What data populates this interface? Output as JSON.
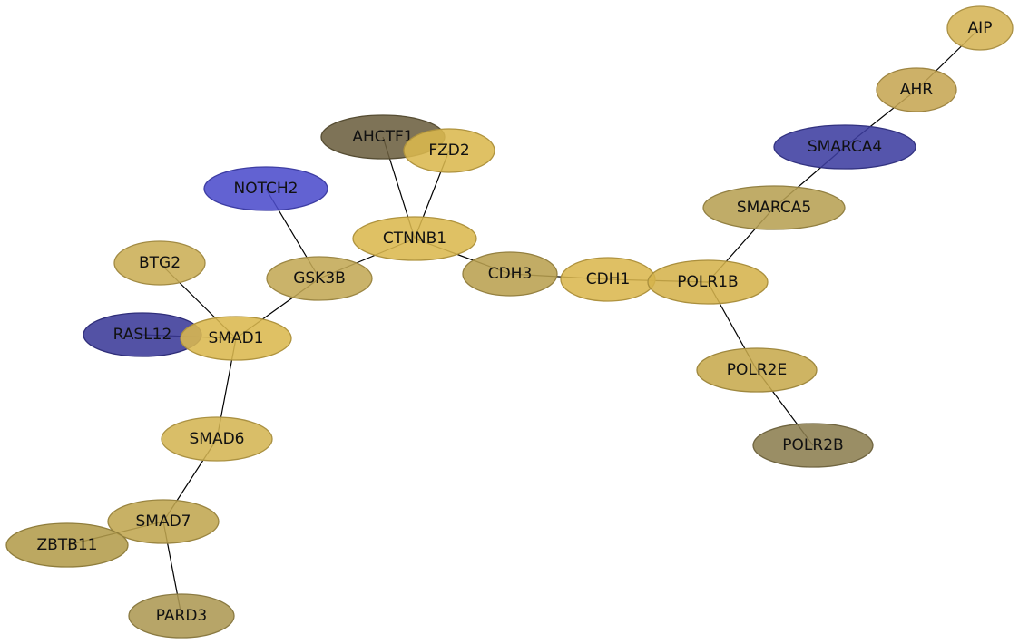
{
  "network": {
    "colors": {
      "gold": "#d9b445",
      "olive_gold": "#c1a450",
      "tan": "#b5a050",
      "dark_olive": "#6b5f3e",
      "brown_olive": "#8c7d4a",
      "blue": "#4b4bcc",
      "navy": "#3b3a98",
      "edge": "#000000"
    },
    "nodes": [
      {
        "id": "AIP",
        "label": "AIP",
        "color": "#d5b455"
      },
      {
        "id": "AHR",
        "label": "AHR",
        "color": "#c6a653"
      },
      {
        "id": "SMARCA4",
        "label": "SMARCA4",
        "color": "#3e3ea0"
      },
      {
        "id": "SMARCA5",
        "label": "SMARCA5",
        "color": "#b7a053"
      },
      {
        "id": "POLR1B",
        "label": "POLR1B",
        "color": "#d5b34c"
      },
      {
        "id": "CDH1",
        "label": "CDH1",
        "color": "#dbb74e"
      },
      {
        "id": "CDH3",
        "label": "CDH3",
        "color": "#b9a050"
      },
      {
        "id": "POLR2E",
        "label": "POLR2E",
        "color": "#c7aa4d"
      },
      {
        "id": "POLR2B",
        "label": "POLR2B",
        "color": "#8c7e50"
      },
      {
        "id": "CTNNB1",
        "label": "CTNNB1",
        "color": "#dbb84e"
      },
      {
        "id": "AHCTF1",
        "label": "AHCTF1",
        "color": "#6c6040"
      },
      {
        "id": "FZD2",
        "label": "FZD2",
        "color": "#dbb84e"
      },
      {
        "id": "NOTCH2",
        "label": "NOTCH2",
        "color": "#4c4ccc"
      },
      {
        "id": "GSK3B",
        "label": "GSK3B",
        "color": "#c3a955"
      },
      {
        "id": "BTG2",
        "label": "BTG2",
        "color": "#cbae55"
      },
      {
        "id": "SMAD1",
        "label": "SMAD1",
        "color": "#dbb84e"
      },
      {
        "id": "RASL12",
        "label": "RASL12",
        "color": "#3b3a98"
      },
      {
        "id": "SMAD6",
        "label": "SMAD6",
        "color": "#d4b553"
      },
      {
        "id": "SMAD7",
        "label": "SMAD7",
        "color": "#c0a650"
      },
      {
        "id": "ZBTB11",
        "label": "ZBTB11",
        "color": "#b39c4b"
      },
      {
        "id": "PARD3",
        "label": "PARD3",
        "color": "#ad9953"
      }
    ],
    "edges": [
      [
        "AIP",
        "AHR"
      ],
      [
        "AHR",
        "SMARCA4"
      ],
      [
        "SMARCA4",
        "SMARCA5"
      ],
      [
        "SMARCA5",
        "POLR1B"
      ],
      [
        "POLR1B",
        "CDH1"
      ],
      [
        "CDH1",
        "CDH3"
      ],
      [
        "POLR1B",
        "POLR2E"
      ],
      [
        "POLR2E",
        "POLR2B"
      ],
      [
        "CDH3",
        "CTNNB1"
      ],
      [
        "CTNNB1",
        "AHCTF1"
      ],
      [
        "CTNNB1",
        "FZD2"
      ],
      [
        "CTNNB1",
        "GSK3B"
      ],
      [
        "GSK3B",
        "NOTCH2"
      ],
      [
        "GSK3B",
        "SMAD1"
      ],
      [
        "SMAD1",
        "BTG2"
      ],
      [
        "SMAD1",
        "RASL12"
      ],
      [
        "SMAD1",
        "SMAD6"
      ],
      [
        "SMAD6",
        "SMAD7"
      ],
      [
        "SMAD7",
        "ZBTB11"
      ],
      [
        "SMAD7",
        "PARD3"
      ]
    ]
  }
}
